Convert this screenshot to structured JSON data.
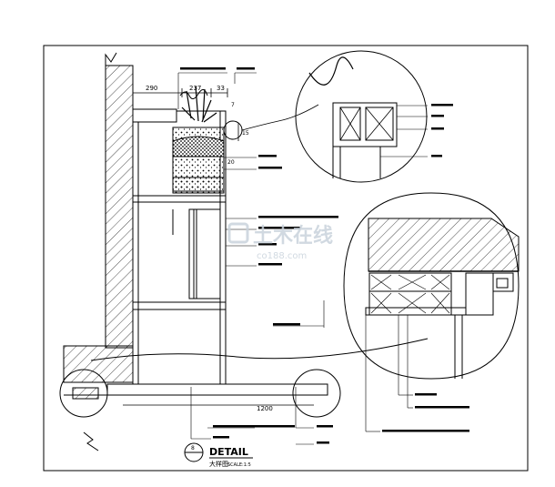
{
  "dimensions": {
    "d1": "290",
    "d2": "237",
    "d3": "33",
    "d4": "15",
    "d5": "20",
    "d6": "7",
    "d7": "1200"
  },
  "title_block": {
    "symbol_top": "8",
    "title": "DETAIL",
    "subtitle": "大样图",
    "scale": "SCALE:1:5"
  },
  "watermark": {
    "main": "土木在线",
    "sub": "co188.com"
  }
}
